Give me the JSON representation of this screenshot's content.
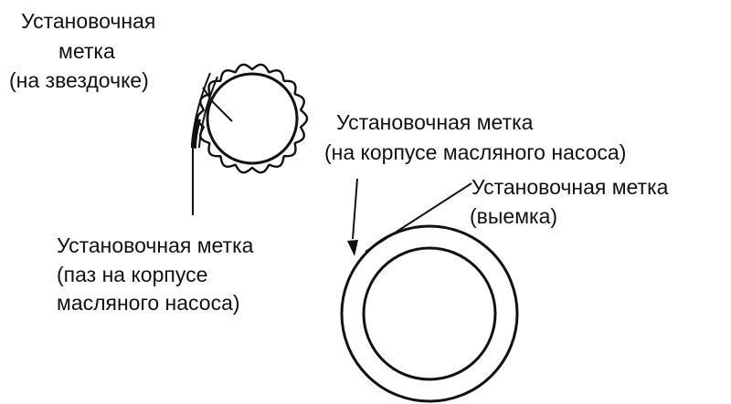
{
  "labels": {
    "sprocket_mark": {
      "line1": "Установочная",
      "line2": "метка",
      "line3": "(на звездочке)"
    },
    "pump_body_groove": {
      "line1": "Установочная метка",
      "line2": "(паз на корпусе",
      "line3": "масляного насоса)"
    },
    "pump_housing_mark": {
      "line1": "Установочная метка",
      "line2": "(на корпусе масляного насоса)"
    },
    "notch_mark": {
      "line1": "Установочная метка",
      "line2": "(выемка)"
    }
  },
  "colors": {
    "ink": "#111111",
    "background": "#ffffff"
  }
}
